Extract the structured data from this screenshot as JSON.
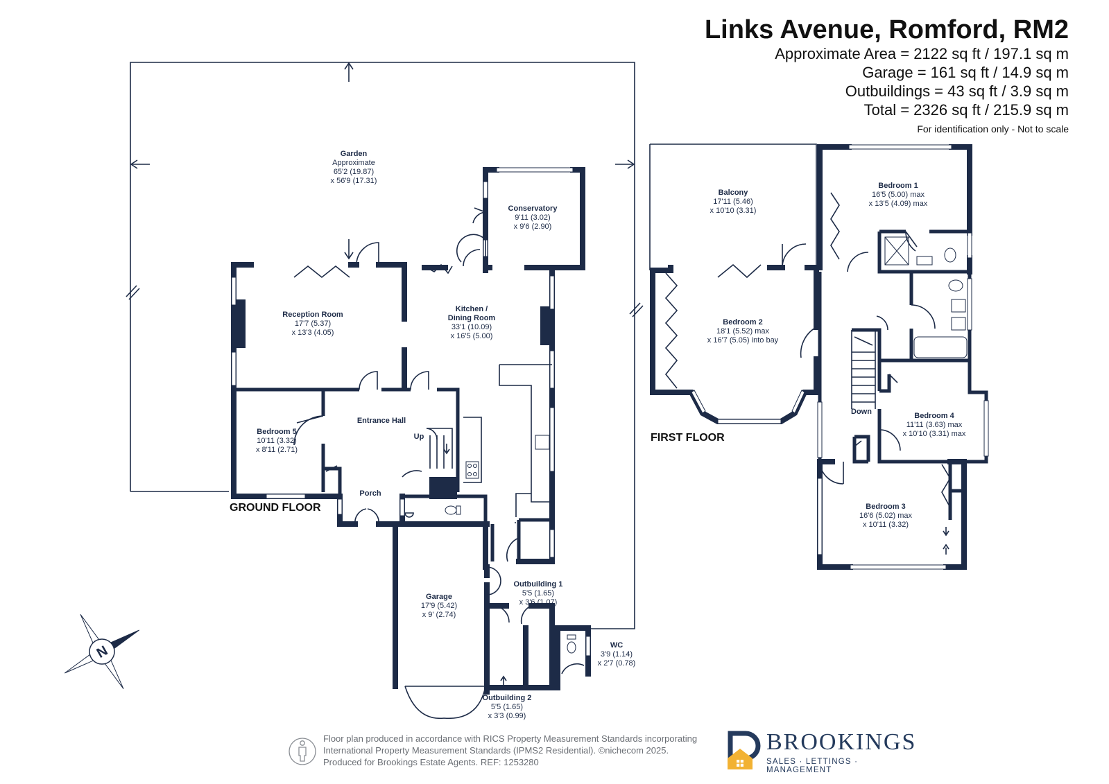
{
  "header": {
    "title": "Links Avenue, Romford, RM2",
    "area_lines": [
      "Approximate Area = 2122 sq ft / 197.1 sq m",
      "Garage = 161 sq ft / 14.9 sq m",
      "Outbuildings = 43 sq ft / 3.9 sq m",
      "Total = 2326 sq ft / 215.9 sq m"
    ],
    "disclaimer": "For identification only - Not to scale"
  },
  "floors": {
    "ground": "GROUND FLOOR",
    "first": "FIRST FLOOR"
  },
  "rooms": {
    "garden": {
      "name": "Garden",
      "d1": "Approximate",
      "d2": "65'2 (19.87)",
      "d3": "x 56'9 (17.31)"
    },
    "conservatory": {
      "name": "Conservatory",
      "d1": "9'11 (3.02)",
      "d2": "x 9'6 (2.90)"
    },
    "reception": {
      "name": "Reception Room",
      "d1": "17'7 (5.37)",
      "d2": "x 13'3 (4.05)"
    },
    "kitchen": {
      "name": "Kitchen /",
      "name2": "Dining Room",
      "d1": "33'1 (10.09)",
      "d2": "x 16'5 (5.00)"
    },
    "entrance": {
      "name": "Entrance Hall",
      "up": "Up"
    },
    "bedroom5": {
      "name": "Bedroom 5",
      "d1": "10'11 (3.32)",
      "d2": "x 8'11 (2.71)"
    },
    "porch": {
      "name": "Porch"
    },
    "garage": {
      "name": "Garage",
      "d1": "17'9 (5.42)",
      "d2": "x 9' (2.74)"
    },
    "outbuilding1": {
      "name": "Outbuilding 1",
      "d1": "5'5 (1.65)",
      "d2": "x 3'6 (1.07)"
    },
    "outbuilding2": {
      "name": "Outbuilding 2",
      "d1": "5'5 (1.65)",
      "d2": "x 3'3 (0.99)"
    },
    "wc": {
      "name": "WC",
      "d1": "3'9 (1.14)",
      "d2": "x 2'7 (0.78)"
    },
    "balcony": {
      "name": "Balcony",
      "d1": "17'11 (5.46)",
      "d2": "x 10'10 (3.31)"
    },
    "bedroom1": {
      "name": "Bedroom 1",
      "d1": "16'5 (5.00) max",
      "d2": "x 13'5 (4.09) max"
    },
    "bedroom2": {
      "name": "Bedroom 2",
      "d1": "18'1 (5.52) max",
      "d2": "x 16'7 (5.05) into bay"
    },
    "bedroom4": {
      "name": "Bedroom 4",
      "d1": "11'11 (3.63) max",
      "d2": "x 10'10 (3.31) max"
    },
    "bedroom3": {
      "name": "Bedroom 3",
      "d1": "16'6 (5.02) max",
      "d2": "x 10'11 (3.32)"
    },
    "stairs_first": {
      "down": "Down"
    }
  },
  "compass": {
    "letter": "N"
  },
  "footer": {
    "line1": "Floor plan produced in accordance with RICS Property Measurement Standards incorporating",
    "line2": "International Property Measurement Standards (IPMS2 Residential).  ©nichecom 2025.",
    "line3": "Produced for Brookings Estate Agents.   REF: 1253280"
  },
  "brand": {
    "name": "BROOKINGS",
    "tagline": "SALES · LETTINGS · MANAGEMENT"
  },
  "colors": {
    "wall": "#1d2b47",
    "brand_navy": "#243a5c",
    "brand_gold": "#f2b233"
  }
}
